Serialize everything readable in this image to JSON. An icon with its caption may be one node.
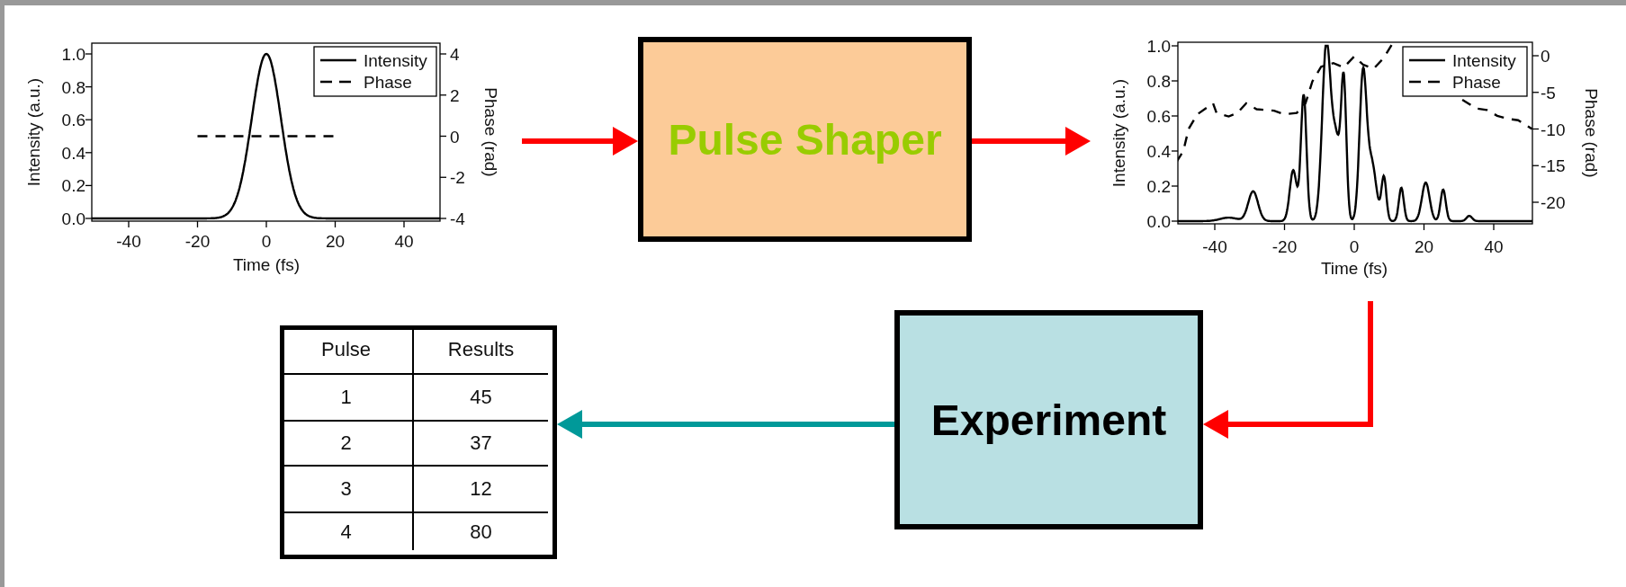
{
  "diagram": {
    "nodes": [
      {
        "text": [],
        "shape": "picture"
      },
      {
        "text": [
          "Pulse Shaper"
        ]
      },
      {
        "text": [],
        "shape": "picture"
      },
      {
        "text": [
          "Experiment"
        ]
      },
      {
        "text": [],
        "shape": "table"
      }
    ],
    "edges": [
      {
        "from": 0,
        "to": 1,
        "arrow": "to"
      },
      {
        "from": 1,
        "to": 2,
        "arrow": "to"
      },
      {
        "from": 2,
        "to": 3,
        "arrow": "to"
      },
      {
        "from": 3,
        "to": 4,
        "arrow": "to",
        "color": "#009999"
      }
    ],
    "labels": [
      "1.0",
      "0.8",
      "0.6",
      "0.4",
      "0.2",
      "0.0",
      "4",
      "2",
      "0",
      "-2",
      "-4",
      "-40",
      "-20",
      "0",
      "20",
      "40",
      "Time (fs)",
      "Intensity (a.u.)",
      "Phase (rad)",
      "1.0",
      "0.8",
      "0.6",
      "0.4",
      "0.2",
      "0.0",
      "0",
      "-5",
      "-10",
      "-15",
      "-20",
      "-40",
      "-20",
      "0",
      "20",
      "40",
      "Time (fs)",
      "Intensity (a.u.)",
      "Phase (rad)",
      "Pulse",
      "Results",
      "1",
      "45",
      "2",
      "37",
      "3",
      "12",
      "4",
      "80"
    ],
    "legend": [
      {
        "text": "Intensity"
      },
      {
        "text": "Phase"
      },
      {
        "text": "Intensity"
      },
      {
        "text": "Phase"
      }
    ]
  }
}
